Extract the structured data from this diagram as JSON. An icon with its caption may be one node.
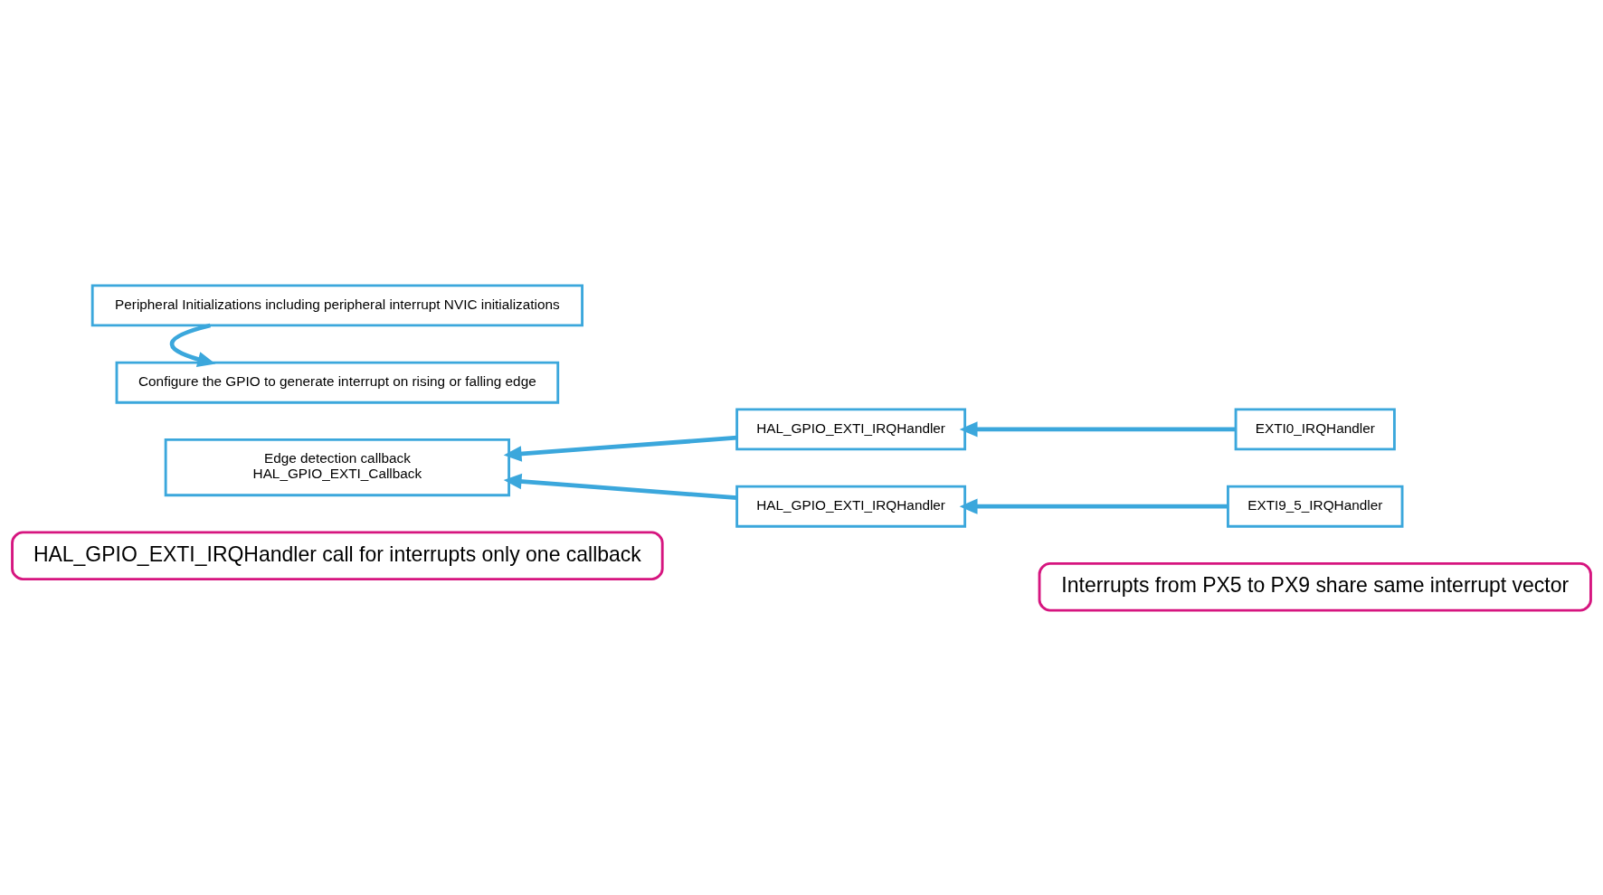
{
  "diagram": {
    "nodes": [
      {
        "text": [
          "Peripheral Initializations including peripheral interrupt NVIC initializations"
        ]
      },
      {
        "text": [
          "Configure the GPIO to generate interrupt on rising or falling edge"
        ]
      },
      {
        "text": [
          "HAL_GPIO_EXTI_IRQHandler"
        ]
      },
      {
        "text": [
          "EXTI0_IRQHandler"
        ]
      },
      {
        "text": [
          "Edge detection callback",
          "HAL_GPIO_EXTI_Callback"
        ]
      },
      {
        "text": [
          "HAL_GPIO_EXTI_IRQHandler"
        ]
      },
      {
        "text": [
          "EXTI9_5_IRQHandler"
        ]
      },
      {
        "text": [
          "HAL_GPIO_EXTI_IRQHandler call for interrupts only one callback"
        ]
      },
      {
        "text": [
          "Interrupts from PX5 to PX9 share same interrupt vector"
        ]
      }
    ],
    "edges": [
      {
        "from": 0,
        "to": 1,
        "arrow": "to"
      },
      {
        "from": 3,
        "to": 2,
        "arrow": "to"
      },
      {
        "from": 6,
        "to": 5,
        "arrow": "to"
      },
      {
        "from": 2,
        "to": 4,
        "arrow": "to"
      },
      {
        "from": 5,
        "to": 4,
        "arrow": "to"
      }
    ]
  }
}
